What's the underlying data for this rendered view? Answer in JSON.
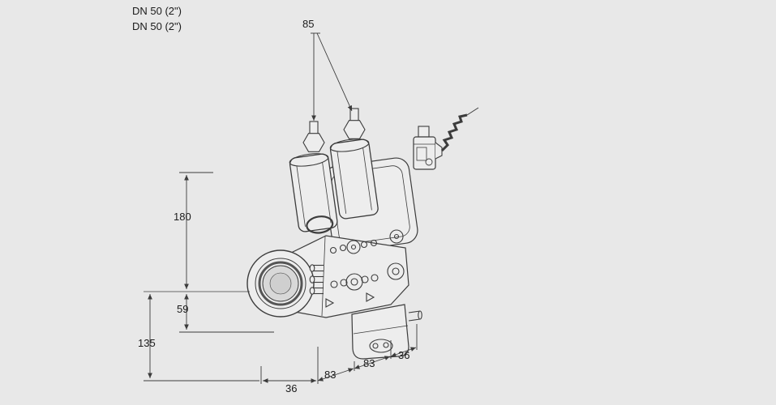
{
  "drawing": {
    "product": "double-solenoid-valve-dimensional-drawing",
    "labels": {
      "dn_line1": "DN 50 (2\")",
      "dn_line2": "DN 50 (2\")"
    },
    "dimensions": {
      "actuator_spacing": "85",
      "height_top": "180",
      "height_body": "59",
      "height_lower": "135",
      "width_front": "36",
      "depth_left": "83",
      "depth_right": "83",
      "depth_end": "36"
    }
  },
  "colors": {
    "background": "#e8e8e8",
    "line": "#3c3c3c",
    "fill": "#ededed",
    "bore_fill": "#d8d8d8",
    "text": "#1b1b1b"
  }
}
